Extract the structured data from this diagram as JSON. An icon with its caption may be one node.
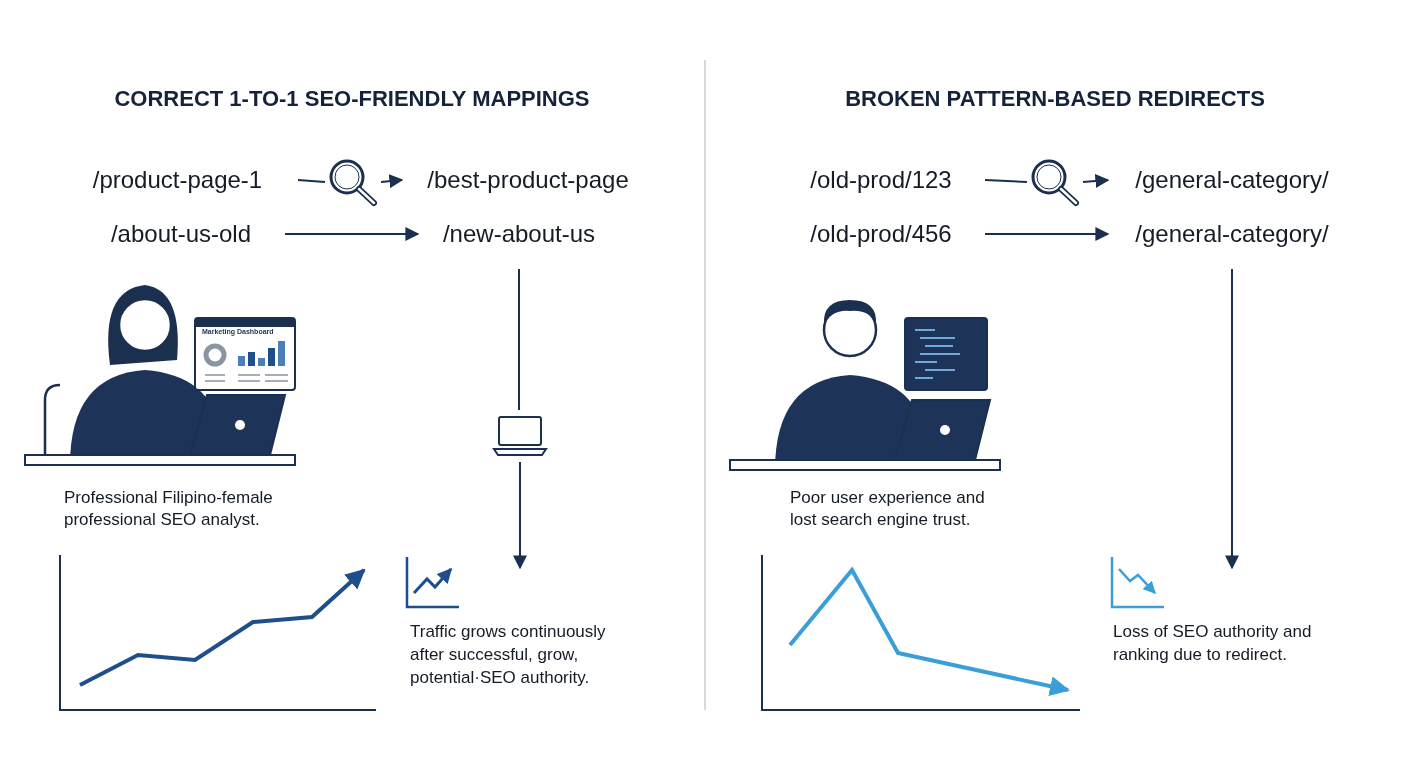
{
  "diagram": {
    "nodes": [
      {
        "text": [
          "/product-page-1"
        ]
      },
      {
        "text": [],
        "shape": "magnifier"
      },
      {
        "text": [
          "/best-product-page"
        ]
      },
      {
        "text": [
          "/about-us-old"
        ]
      },
      {
        "text": [
          "/new-about-us"
        ]
      },
      {
        "text": [],
        "shape": "laptop"
      },
      {
        "text": [
          "Traffic grows continuously after successful, grow, potential·SEO authority."
        ]
      },
      {
        "text": [
          "/old-prod/123"
        ]
      },
      {
        "text": [],
        "shape": "magnifier"
      },
      {
        "text": [
          "/general-category/"
        ]
      },
      {
        "text": [
          "/old-prod/456"
        ]
      },
      {
        "text": [
          "/general-category/"
        ]
      },
      {
        "text": [
          "Loss of SEO authority and ranking due to redirect."
        ]
      }
    ],
    "edges": [
      {
        "from": 0,
        "to": 1,
        "arrow": "none"
      },
      {
        "from": 1,
        "to": 2,
        "arrow": "to"
      },
      {
        "from": 3,
        "to": 4,
        "arrow": "to"
      },
      {
        "from": 4,
        "to": 5,
        "arrow": "none"
      },
      {
        "from": 5,
        "to": 6,
        "arrow": "to"
      },
      {
        "from": 7,
        "to": 8,
        "arrow": "none"
      },
      {
        "from": 8,
        "to": 9,
        "arrow": "to"
      },
      {
        "from": 10,
        "to": 11,
        "arrow": "to"
      },
      {
        "from": 11,
        "to": 12,
        "arrow": "to"
      }
    ],
    "labels": [
      "CORRECT 1-TO-1 SEO-FRIENDLY MAPPINGS",
      "BROKEN PATTERN-BASED REDIRECTS",
      "Marketing Dashboard",
      "Professional Filipino-female professional SEO analyst.",
      "Poor user experience and lost search engine trust."
    ]
  }
}
